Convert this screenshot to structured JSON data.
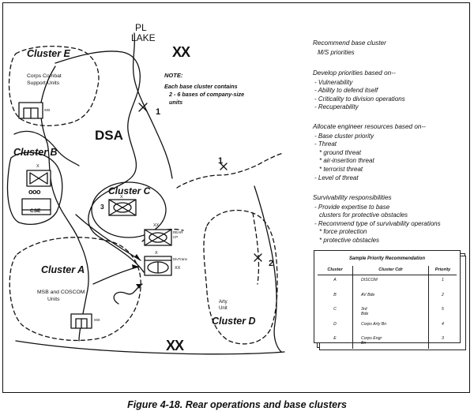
{
  "labels": {
    "pl": "PL",
    "lake": "LAKE",
    "div_top": "XX",
    "div_bottom": "XX",
    "dsa": "DSA",
    "cluster_e": "Cluster E",
    "cluster_e_sub1": "Corps Combat",
    "cluster_e_sub2": "Support Units",
    "cluster_b": "Cluster B",
    "cluster_c": "Cluster C",
    "cluster_a": "Cluster A",
    "cluster_a_sub1": "MSB and COSCOM",
    "cluster_a_sub2": "Units",
    "cluster_d": "Cluster D",
    "arty1": "Arty",
    "arty2": "Unit",
    "boundary_1": "1",
    "boundary_2": "2",
    "phase_1": "1",
    "num_3": "3",
    "sym_xxx_e": "xxx",
    "sym_xxx_a": "xxx",
    "sym_x_b": "X",
    "sym_ooo": "ooo",
    "cse": "CSE",
    "sym_x_c": "X",
    "sym_xx_rear": "XX",
    "rear_cp1": "REAR",
    "rear_cp2": "CP",
    "sym_x_div": "X",
    "div_trans": "DivTrans",
    "sym_xx_div": "XX"
  },
  "note": {
    "title": "NOTE:",
    "line1": "Each base cluster contains",
    "line2": "2 - 6 bases of company-size",
    "line3": "units"
  },
  "sidebar": {
    "s1": {
      "h": "Recommend base cluster",
      "items": [
        "M/S priorities"
      ]
    },
    "s2": {
      "h": "Develop priorities based on--",
      "items": [
        "- Vulnerability",
        "- Ability to defend itself",
        "- Criticality to division operations",
        "- Recuperability"
      ]
    },
    "s3": {
      "h": "Allocate engineer resources based on--",
      "items": [
        "- Base cluster priority",
        "- Threat",
        "* ground threat",
        "* air-insertion threat",
        "* terrorist threat",
        "- Level of threat"
      ]
    },
    "s4": {
      "h": "Survivability responsibilities",
      "items": [
        "- Provide expertise to base",
        "clusters for protective obstacles",
        "- Recommend type of survivability operations",
        "* force protection",
        "* protective obstacles"
      ]
    }
  },
  "table": {
    "title": "Sample Priority Recommendation",
    "headers": [
      "Cluster",
      "Cluster Cdr",
      "Priority"
    ],
    "rows": [
      {
        "cluster": "A",
        "cdr1": "DISCOM",
        "cdr2": "",
        "priority": "1"
      },
      {
        "cluster": "B",
        "cdr1": "AV Bde",
        "cdr2": "",
        "priority": "2"
      },
      {
        "cluster": "C",
        "cdr1": "3rd",
        "cdr2": "Bde",
        "priority": "5"
      },
      {
        "cluster": "D",
        "cdr1": "Corps  Arty Bn",
        "cdr2": "",
        "priority": "4"
      },
      {
        "cluster": "E",
        "cdr1": "Corps Engr",
        "cdr2": "Bn",
        "priority": "3"
      }
    ]
  },
  "caption": "Figure 4-18.  Rear operations and base clusters"
}
